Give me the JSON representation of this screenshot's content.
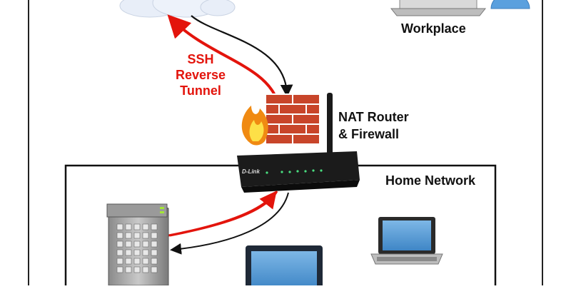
{
  "labels": {
    "workplace": "Workplace",
    "ssh_line1": "SSH",
    "ssh_line2": "Reverse",
    "ssh_line3": "Tunnel",
    "router_line1": "NAT Router",
    "router_line2": "& Firewall",
    "home_network": "Home Network",
    "router_brand": "D-Link"
  },
  "colors": {
    "tunnel_arrow": "#e3140c",
    "plain_arrow": "#111111",
    "brick": "#c8452a",
    "screen": "#5a9bd4"
  },
  "icons": [
    "cloud-icon",
    "laptop-icon",
    "globe-icon",
    "firewall-icon",
    "flame-icon",
    "router-icon",
    "server-icon",
    "monitor-icon"
  ]
}
